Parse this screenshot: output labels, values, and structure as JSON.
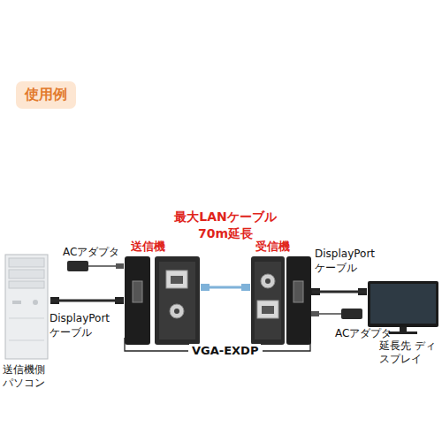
{
  "diagram": {
    "title": "使用例",
    "nodes": [
      {
        "text": [
          "送信機側 パソコン"
        ]
      },
      {
        "text": [
          "送信機"
        ]
      },
      {
        "text": [
          "受信機"
        ]
      },
      {
        "text": [
          "延長先 ディスプレイ"
        ]
      }
    ],
    "edges": [
      {
        "from": 0,
        "to": 1,
        "arrow": "none",
        "label": "DisplayPort ケーブル"
      },
      {
        "from": 1,
        "to": 2,
        "arrow": "none",
        "label": "最大LANケーブル 70m延長"
      },
      {
        "from": 2,
        "to": 3,
        "arrow": "none",
        "label": "DisplayPort ケーブル"
      }
    ],
    "labels": [
      "ACアダプタ",
      "ACアダプタ",
      "VGA-EXDP"
    ]
  }
}
